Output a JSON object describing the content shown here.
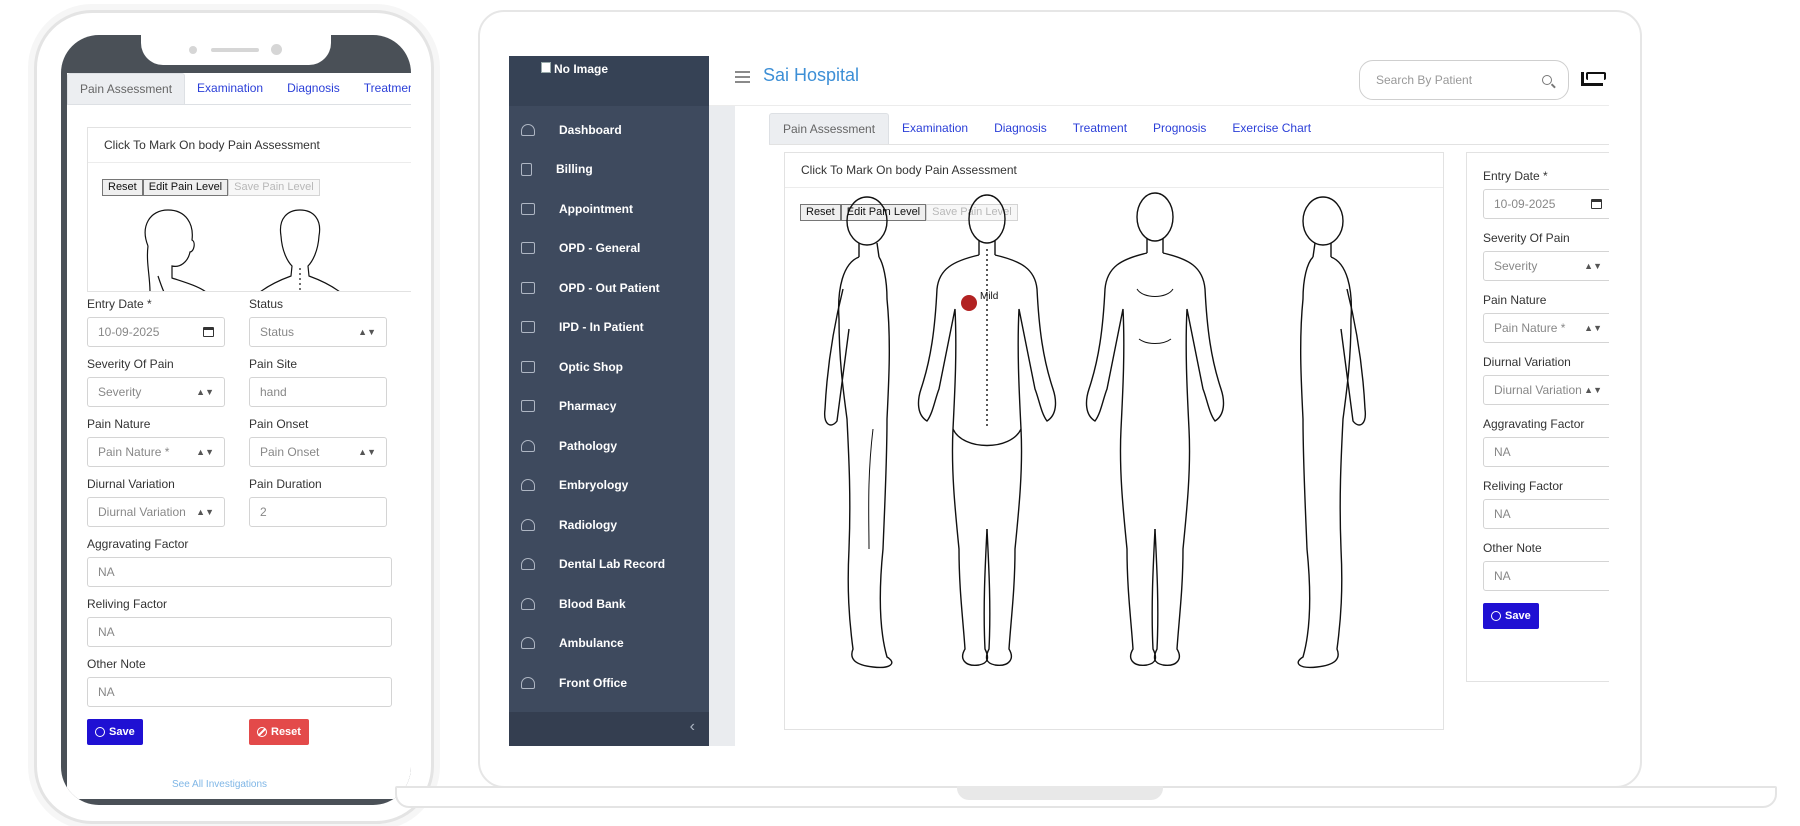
{
  "tabs": [
    "Pain Assessment",
    "Examination",
    "Diagnosis",
    "Treatment",
    "Prognosis",
    "Exercise Chart"
  ],
  "card": {
    "title": "Click To Mark On body Pain Assessment",
    "reset": "Reset",
    "edit_pain_level": "Edit Pain Level",
    "save_pain_level": "Save Pain Level",
    "marker_label": "Mild"
  },
  "mobile": {
    "entry_date_label": "Entry Date *",
    "entry_date_value": "10-09-2025",
    "status_label": "Status",
    "status_value": "Status",
    "severity_label": "Severity Of Pain",
    "severity_value": "Severity",
    "pain_site_label": "Pain Site",
    "pain_site_value": "hand",
    "pain_nature_label": "Pain Nature",
    "pain_nature_value": "Pain Nature *",
    "pain_onset_label": "Pain Onset",
    "pain_onset_value": "Pain Onset",
    "diurnal_label": "Diurnal Variation",
    "diurnal_value": "Diurnal Variation",
    "duration_label": "Pain Duration",
    "duration_value": "2",
    "aggravating_label": "Aggravating Factor",
    "aggravating_value": "NA",
    "reliving_label": "Reliving Factor",
    "reliving_value": "NA",
    "other_label": "Other Note",
    "other_value": "NA",
    "save": "Save",
    "reset": "Reset",
    "footer_link": "See All Investigations"
  },
  "laptop": {
    "logo_alt": "No Image",
    "hospital": "Sai Hospital",
    "search_placeholder": "Search By Patient",
    "sidebar": [
      "Dashboard",
      "Billing",
      "Appointment",
      "OPD - General",
      "OPD - Out Patient",
      "IPD - In Patient",
      "Optic Shop",
      "Pharmacy",
      "Pathology",
      "Embryology",
      "Radiology",
      "Dental Lab Record",
      "Blood Bank",
      "Ambulance",
      "Front Office"
    ],
    "entry_date_label": "Entry Date *",
    "entry_date_value": "10-09-2025",
    "severity_label": "Severity Of Pain",
    "severity_value": "Severity",
    "pain_nature_label": "Pain Nature",
    "pain_nature_value": "Pain Nature *",
    "diurnal_label": "Diurnal Variation",
    "diurnal_value": "Diurnal Variation",
    "aggravating_label": "Aggravating Factor",
    "aggravating_value": "NA",
    "reliving_label": "Reliving Factor",
    "reliving_value": "NA",
    "other_label": "Other Note",
    "other_value": "NA",
    "save": "Save"
  },
  "colors": {
    "sidebar": "#3e4a5e",
    "tab_link": "#2b3fd8",
    "save": "#1f10d3",
    "reset": "#e34a4a",
    "marker": "#b22222",
    "brand": "#3d8fd6"
  }
}
